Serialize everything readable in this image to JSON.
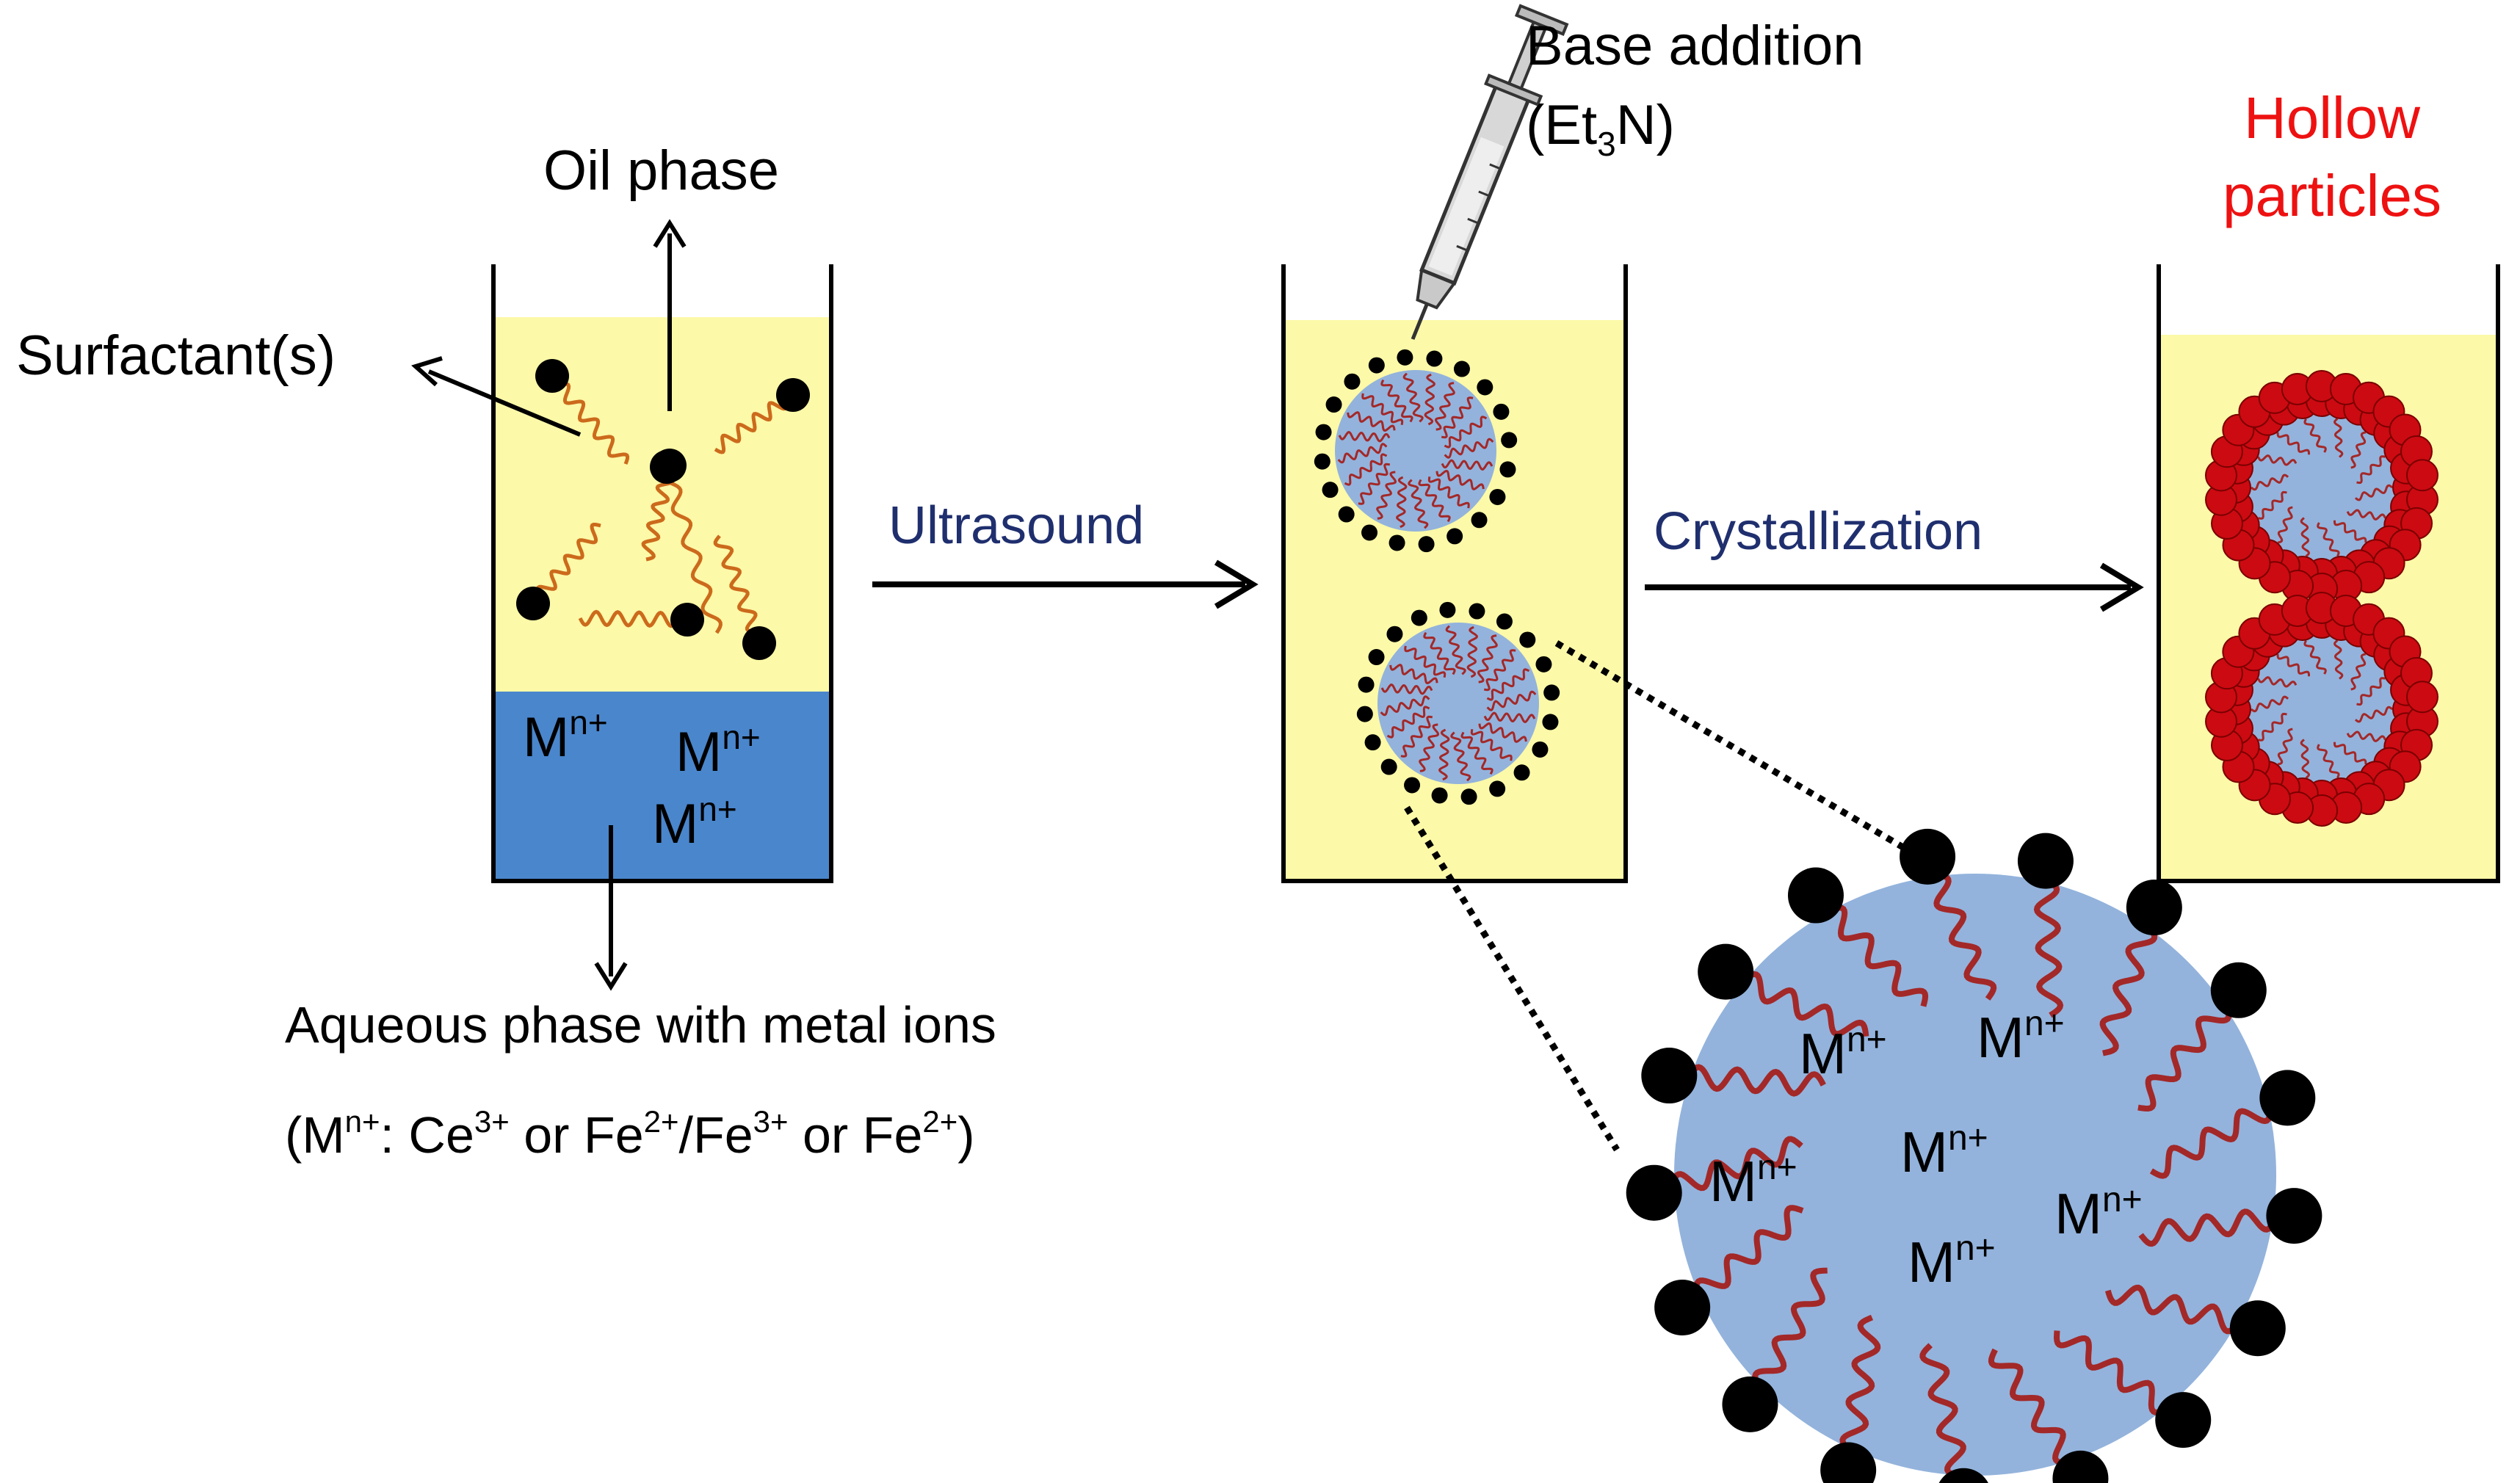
{
  "colors": {
    "oil": "#fcf9a8",
    "aqueous": "#4a86cc",
    "droplet": "#93b3dc",
    "tail_orange": "#cc6a1c",
    "tail_red": "#a32828",
    "head": "#000000",
    "shell": "#cc0a12",
    "process_text": "#1f2f6e",
    "hollow_text": "#ee1111"
  },
  "icons": [
    "syringe-icon",
    "arrow-icon",
    "surfactant-molecule-icon",
    "beaker-icon",
    "droplet-icon",
    "hollow-particle-icon"
  ],
  "labels": {
    "oil_phase": "Oil phase",
    "surfactants": "Surfactant(s)",
    "aqueous_phase": "Aqueous phase with metal ions",
    "ion_note": {
      "open": "(M",
      "sup1": "n+",
      "mid1": ": Ce",
      "sup2": "3+",
      "mid2": " or Fe",
      "sup3": "2+",
      "mid3": "/Fe",
      "sup4": "3+",
      "mid4": " or Fe",
      "sup5": "2+",
      "close": ")"
    },
    "metal_ion": {
      "base": "M",
      "charge": "n+"
    },
    "base_addition": "Base addition",
    "base_formula": {
      "open": "(Et",
      "sub": "3",
      "close": "N)"
    },
    "ultrasound": "Ultrasound",
    "crystallization": "Crystallization",
    "hollow_line1": "Hollow",
    "hollow_line2": "particles"
  }
}
